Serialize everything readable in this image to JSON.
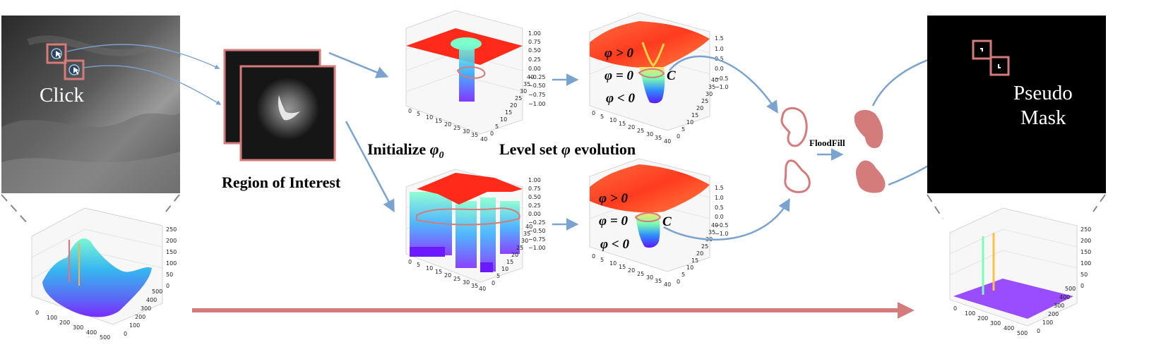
{
  "labels": {
    "click": "Click",
    "region_of_interest": "Region of Interest",
    "initialize_prefix": "Initialize ",
    "phi": "φ",
    "phi_sub": "0",
    "level_set_prefix": "Level set ",
    "level_set_suffix": " evolution",
    "floodfill": "FloodFill",
    "pseudo": "Pseudo",
    "mask": "Mask",
    "phi_pos": "φ > 0",
    "phi_zero": "φ = 0",
    "phi_neg": "φ < 0",
    "contour_c": "C"
  },
  "ticks": {
    "z_init": [
      "1.00",
      "0.75",
      "0.50",
      "0.25",
      "0.00",
      "−0.25",
      "−0.50",
      "−0.75",
      "−1.00"
    ],
    "z_evo": [
      "1.5",
      "1.0",
      "0.5",
      "0.0",
      "−0.5",
      "−1.0"
    ],
    "x_small": [
      "0",
      "5",
      "10",
      "15",
      "20",
      "25",
      "30",
      "35",
      "40"
    ],
    "y_small": [
      "0",
      "5",
      "10",
      "15",
      "20",
      "25",
      "30",
      "35",
      "40"
    ],
    "z_img": [
      "250",
      "200",
      "150",
      "100",
      "50",
      "0"
    ],
    "x_img": [
      "0",
      "100",
      "200",
      "300",
      "400",
      "500"
    ],
    "y_img": [
      "0",
      "100",
      "200",
      "300",
      "400",
      "500"
    ]
  },
  "colors": {
    "accent": "#d47b7b",
    "arrow": "#7aa3cf",
    "mask_shape": "#d47b7b"
  }
}
